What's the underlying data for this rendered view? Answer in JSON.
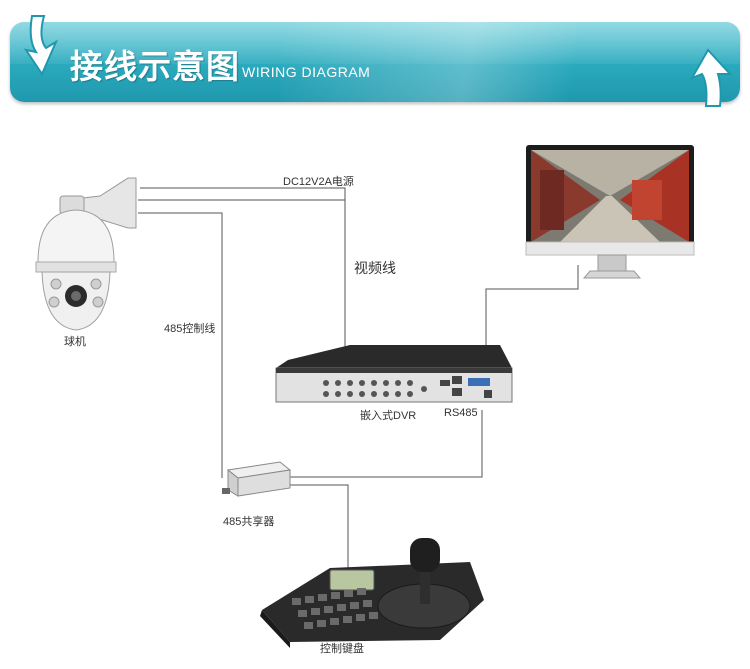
{
  "header": {
    "title": "接线示意图",
    "subtitle": "WIRING DIAGRAM"
  },
  "diagram": {
    "power_cable_label": "DC12V2A电源",
    "video_cable_label": "视频线",
    "control_cable_label": "485控制线",
    "dome_camera_label": "球机",
    "dvr_label": "嵌入式DVR",
    "rs485_label": "RS485",
    "splitter_label": "485共享器",
    "keyboard_label": "控制键盘"
  },
  "colors": {
    "banner": "#2aa9bd",
    "wire": "#555555"
  }
}
